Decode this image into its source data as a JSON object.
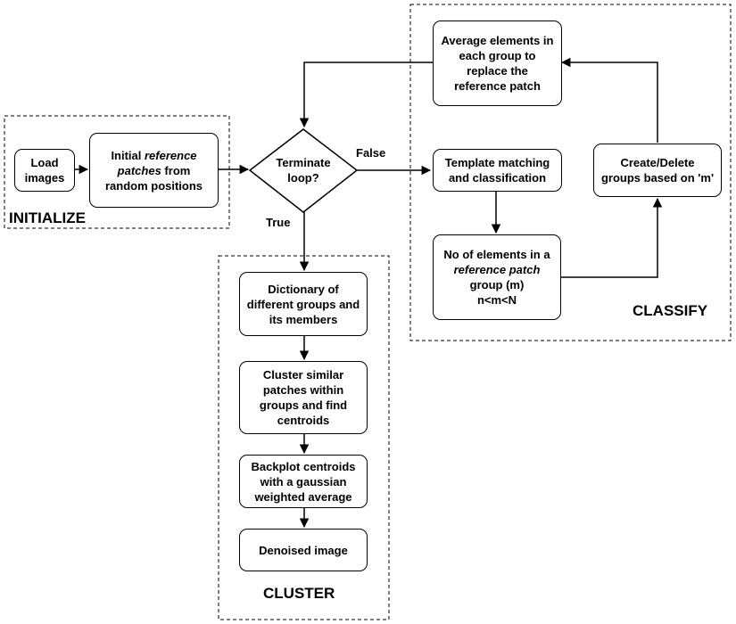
{
  "groups": {
    "initialize": "INITIALIZE",
    "classify": "CLASSIFY",
    "cluster": "CLUSTER"
  },
  "nodes": {
    "load_images": [
      "Load",
      "images"
    ],
    "initial_patches": {
      "line1_pre": "Initial ",
      "line1_italic": "reference",
      "line2_italic": "patches",
      "line2_post": " from",
      "line3": "random positions"
    },
    "terminate_loop": [
      "Terminate",
      "loop?"
    ],
    "average_elements": [
      "Average elements in",
      "each group to",
      "replace the",
      "reference patch"
    ],
    "template_matching": [
      "Template matching",
      "and classification"
    ],
    "create_delete": [
      "Create/Delete",
      "groups based on 'm'"
    ],
    "no_of_elements": {
      "line1": "No of elements in a",
      "line2_italic": "reference patch",
      "line3": "group (m)",
      "line4": "n<m<N"
    },
    "dictionary": [
      "Dictionary of",
      "different groups and",
      "its members"
    ],
    "cluster_similar": [
      "Cluster similar",
      "patches within",
      "groups and find",
      "centroids"
    ],
    "backplot": [
      "Backplot centroids",
      "with a gaussian",
      "weighted average"
    ],
    "denoised": [
      "Denoised image"
    ]
  },
  "edges": {
    "false_label": "False",
    "true_label": "True"
  }
}
